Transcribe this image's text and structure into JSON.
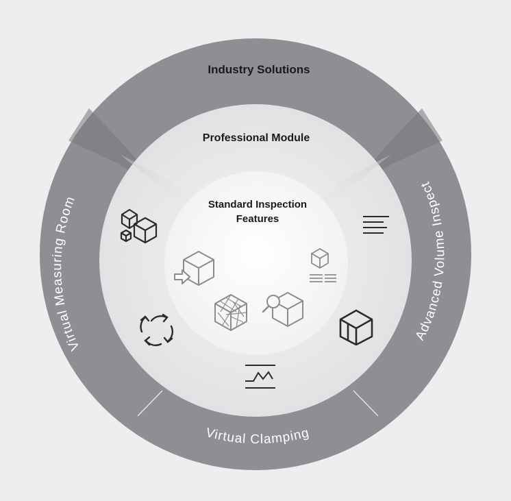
{
  "diagram": {
    "outer_ring": {
      "top_label": "Industry Solutions",
      "left_label": "Virtual Measuring Room",
      "right_label": "Advanced Volume Inspect",
      "bottom_label": "Virtual Clamping"
    },
    "middle_ring": {
      "label": "Professional Module"
    },
    "core": {
      "label_line1": "Standard Inspection",
      "label_line2": "Features"
    },
    "icons": {
      "middle": [
        "cubes-cluster-icon",
        "text-lines-icon",
        "cycle-arrows-icon",
        "open-box-icon",
        "graph-deviation-icon"
      ],
      "core": [
        "cube-import-icon",
        "cube-with-list-icon",
        "mesh-cube-icon",
        "cube-magnifier-icon"
      ]
    },
    "colors": {
      "background": "#eeeeef",
      "outer_ring": "#8e8f94",
      "middle_ring": "#e6e6e8",
      "core": "#fafafa",
      "outer_text": "#ffffff",
      "inner_text": "#1a1a1a"
    }
  }
}
